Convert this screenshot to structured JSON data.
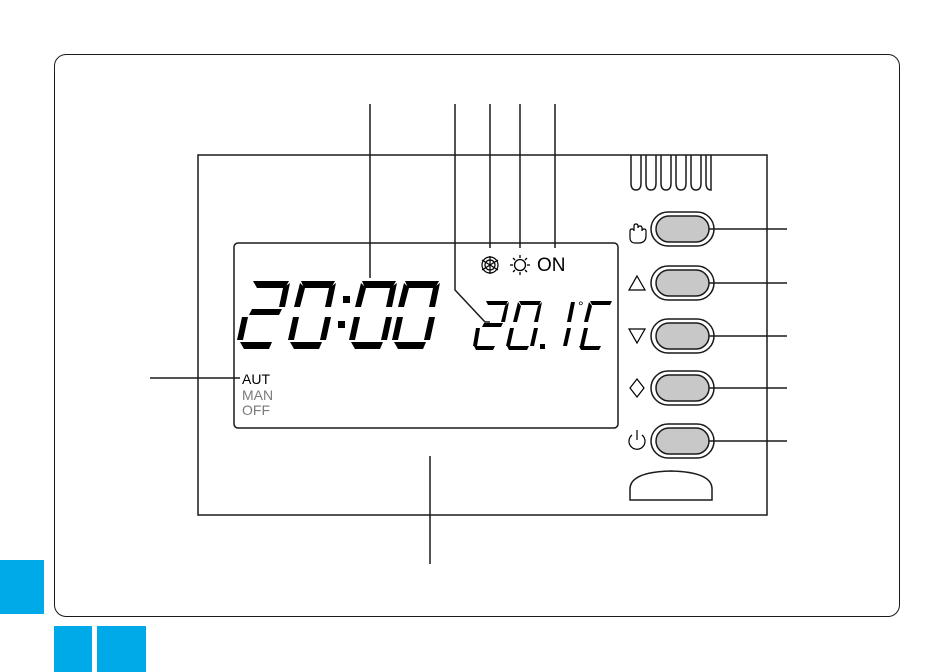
{
  "display": {
    "time": "20:00",
    "temperature": "20. 1",
    "temperature_unit_symbol": "°",
    "temperature_unit_letter": "C",
    "on_indicator": "ON",
    "modes": [
      {
        "label": "AUT",
        "active": true
      },
      {
        "label": "MAN",
        "active": false
      },
      {
        "label": "OFF",
        "active": false
      }
    ],
    "status_icons": [
      "snowflake-icon",
      "sun-icon"
    ]
  },
  "buttons": [
    {
      "name": "manual-button",
      "icon": "hand-icon"
    },
    {
      "name": "up-button",
      "icon": "triangle-up-icon"
    },
    {
      "name": "down-button",
      "icon": "triangle-down-icon"
    },
    {
      "name": "select-button",
      "icon": "diamond-icon"
    },
    {
      "name": "power-button",
      "icon": "power-icon"
    }
  ],
  "colors": {
    "accent": "#00a9e8",
    "button_fill": "#c8c8c8",
    "outline": "#1a1a1a"
  }
}
